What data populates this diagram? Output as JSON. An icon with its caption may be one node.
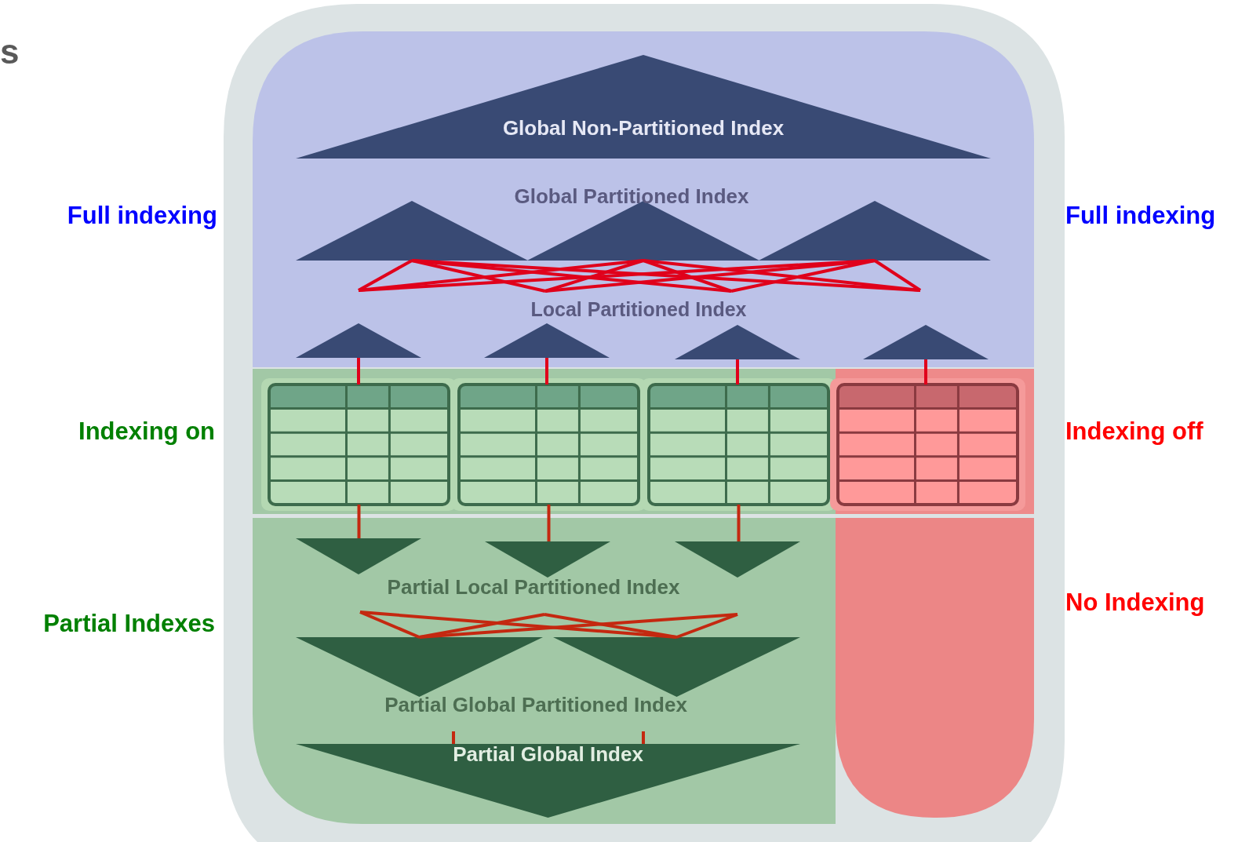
{
  "diagram": {
    "nodes": [
      {
        "text": [
          "Global Non-Partitioned Index"
        ]
      },
      {
        "text": [],
        "shape": "triangle"
      },
      {
        "text": [],
        "shape": "triangle"
      },
      {
        "text": [],
        "shape": "triangle"
      },
      {
        "text": [],
        "shape": "triangle"
      },
      {
        "text": [],
        "shape": "triangle"
      },
      {
        "text": [],
        "shape": "triangle"
      },
      {
        "text": [],
        "shape": "triangle"
      },
      {
        "text": [],
        "shape": "table"
      },
      {
        "text": [],
        "shape": "table"
      },
      {
        "text": [],
        "shape": "table"
      },
      {
        "text": [],
        "shape": "table"
      },
      {
        "text": [],
        "shape": "triangle"
      },
      {
        "text": [],
        "shape": "triangle"
      },
      {
        "text": [],
        "shape": "triangle"
      },
      {
        "text": [],
        "shape": "triangle"
      },
      {
        "text": [],
        "shape": "triangle"
      },
      {
        "text": [
          "Partial Global Index"
        ]
      }
    ],
    "edges": [
      {
        "from": 1,
        "to": null,
        "arrow": "none"
      },
      {
        "from": 1,
        "to": null,
        "arrow": "none"
      },
      {
        "from": 1,
        "to": null,
        "arrow": "none"
      },
      {
        "from": 1,
        "to": null,
        "arrow": "none"
      },
      {
        "from": 2,
        "to": null,
        "arrow": "none"
      },
      {
        "from": 2,
        "to": null,
        "arrow": "none"
      },
      {
        "from": 2,
        "to": null,
        "arrow": "none"
      },
      {
        "from": 2,
        "to": null,
        "arrow": "none"
      },
      {
        "from": 3,
        "to": null,
        "arrow": "none"
      },
      {
        "from": 3,
        "to": null,
        "arrow": "none"
      },
      {
        "from": 3,
        "to": null,
        "arrow": "none"
      },
      {
        "from": 3,
        "to": null,
        "arrow": "none"
      },
      {
        "from": 4,
        "to": 8,
        "arrow": "none"
      },
      {
        "from": 5,
        "to": 9,
        "arrow": "none"
      },
      {
        "from": 6,
        "to": 10,
        "arrow": "none"
      },
      {
        "from": 7,
        "to": 11,
        "arrow": "none"
      },
      {
        "from": 8,
        "to": 12,
        "arrow": "none",
        "color": "#c42810"
      },
      {
        "from": 9,
        "to": 13,
        "arrow": "none",
        "color": "#c42810"
      },
      {
        "from": 10,
        "to": 14,
        "arrow": "none",
        "color": "#c42810"
      },
      {
        "from": null,
        "to": 15,
        "arrow": "none",
        "color": "#c42810"
      },
      {
        "from": null,
        "to": 16,
        "arrow": "none",
        "color": "#c42810"
      },
      {
        "from": null,
        "to": 15,
        "arrow": "none",
        "color": "#c42810"
      },
      {
        "from": null,
        "to": 16,
        "arrow": "none",
        "color": "#c42810"
      },
      {
        "from": null,
        "to": 15,
        "arrow": "none",
        "color": "#c42810"
      },
      {
        "from": null,
        "to": 16,
        "arrow": "none",
        "color": "#c42810"
      },
      {
        "from": null,
        "to": 17,
        "arrow": "none",
        "color": "#c42810"
      },
      {
        "from": null,
        "to": 17,
        "arrow": "none",
        "color": "#c42810"
      }
    ],
    "labels": [
      "s",
      "Global Partitioned Index",
      "Full indexing",
      "Full indexing",
      "Local Partitioned Index",
      "Indexing on",
      "Indexing off",
      "Partial Local Partitioned Index",
      "No Indexing",
      "Partial Indexes",
      "Partial Global Partitioned Index"
    ]
  }
}
